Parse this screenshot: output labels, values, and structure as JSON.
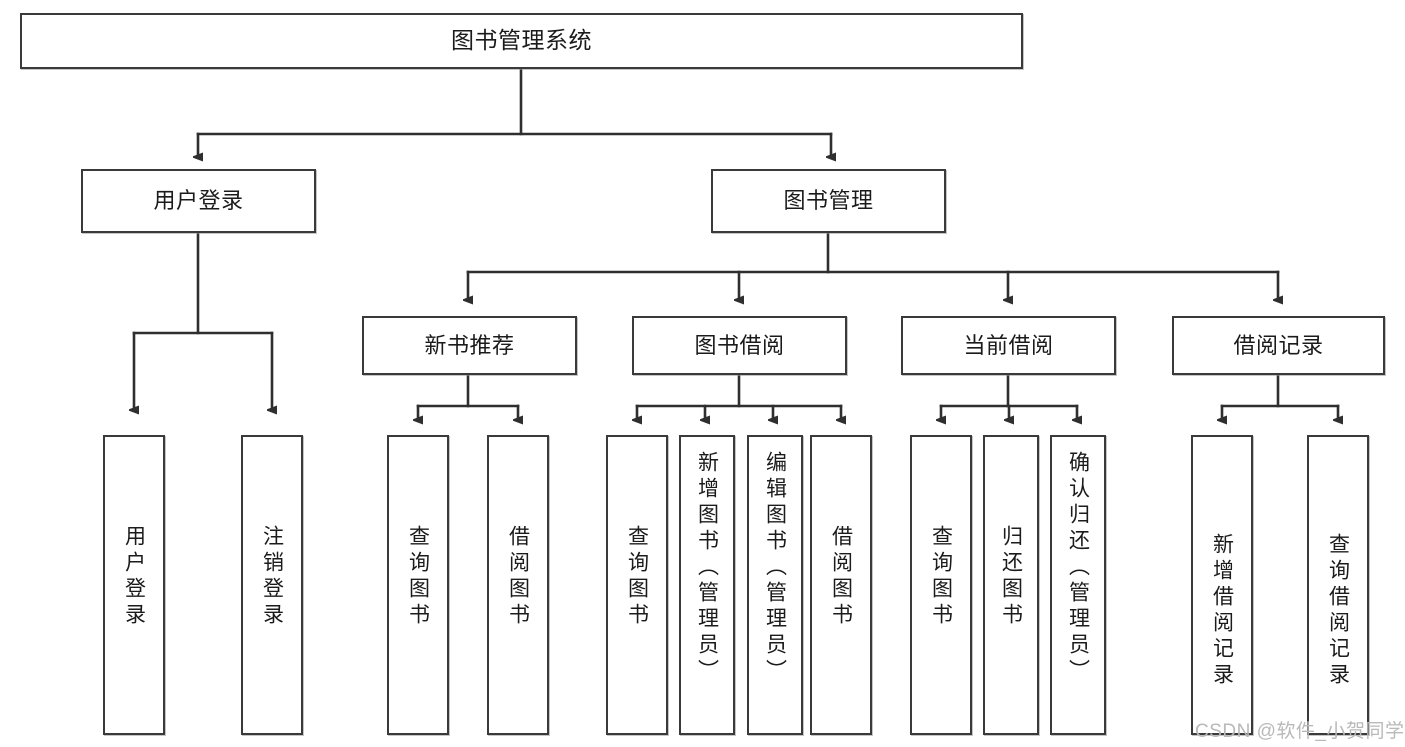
{
  "diagram": {
    "title": "图书管理系统",
    "type": "hierarchy-tree",
    "watermark": "CSDN @软件_小贺同学",
    "colors": {
      "background": "#ffffff",
      "node_border": "#3a3a3a",
      "node_fill": "#ffffff",
      "edge": "#2f2f2f",
      "text": "#1b1b1b",
      "watermark": "#b9b9b9"
    }
  },
  "nodes": {
    "root": {
      "label": "图书管理系统",
      "level": 0,
      "orientation": "horizontal"
    },
    "level1": [
      {
        "id": "user-login",
        "label": "用户登录",
        "orientation": "horizontal"
      },
      {
        "id": "book-manage",
        "label": "图书管理",
        "orientation": "horizontal"
      }
    ],
    "level2": [
      {
        "id": "new-book-recommend",
        "label": "新书推荐",
        "parent": "book-manage",
        "orientation": "horizontal"
      },
      {
        "id": "book-borrow",
        "label": "图书借阅",
        "parent": "book-manage",
        "orientation": "horizontal"
      },
      {
        "id": "current-borrow",
        "label": "当前借阅",
        "parent": "book-manage",
        "orientation": "horizontal"
      },
      {
        "id": "borrow-record",
        "label": "借阅记录",
        "parent": "book-manage",
        "orientation": "horizontal"
      }
    ],
    "leaves": [
      {
        "id": "leaf-user-login",
        "label": "用户登录",
        "parent": "user-login",
        "orientation": "vertical"
      },
      {
        "id": "leaf-user-logout",
        "label": "注销登录",
        "parent": "user-login",
        "orientation": "vertical"
      },
      {
        "id": "leaf-query-book-1",
        "label": "查询图书",
        "parent": "new-book-recommend",
        "orientation": "vertical"
      },
      {
        "id": "leaf-borrow-book-1",
        "label": "借阅图书",
        "parent": "new-book-recommend",
        "orientation": "vertical"
      },
      {
        "id": "leaf-query-book-2",
        "label": "查询图书",
        "parent": "book-borrow",
        "orientation": "vertical"
      },
      {
        "id": "leaf-add-book",
        "label": "新增图书（管理员）",
        "parent": "book-borrow",
        "orientation": "vertical"
      },
      {
        "id": "leaf-edit-book",
        "label": "编辑图书（管理员）",
        "parent": "book-borrow",
        "orientation": "vertical"
      },
      {
        "id": "leaf-borrow-book-2",
        "label": "借阅图书",
        "parent": "book-borrow",
        "orientation": "vertical"
      },
      {
        "id": "leaf-query-book-3",
        "label": "查询图书",
        "parent": "current-borrow",
        "orientation": "vertical"
      },
      {
        "id": "leaf-return-book",
        "label": "归还图书",
        "parent": "current-borrow",
        "orientation": "vertical"
      },
      {
        "id": "leaf-confirm-return",
        "label": "确认归还（管理员）",
        "parent": "current-borrow",
        "orientation": "vertical"
      },
      {
        "id": "leaf-add-record",
        "label": "新增借阅记录",
        "parent": "borrow-record",
        "orientation": "vertical"
      },
      {
        "id": "leaf-query-record",
        "label": "查询借阅记录",
        "parent": "borrow-record",
        "orientation": "vertical"
      }
    ]
  }
}
